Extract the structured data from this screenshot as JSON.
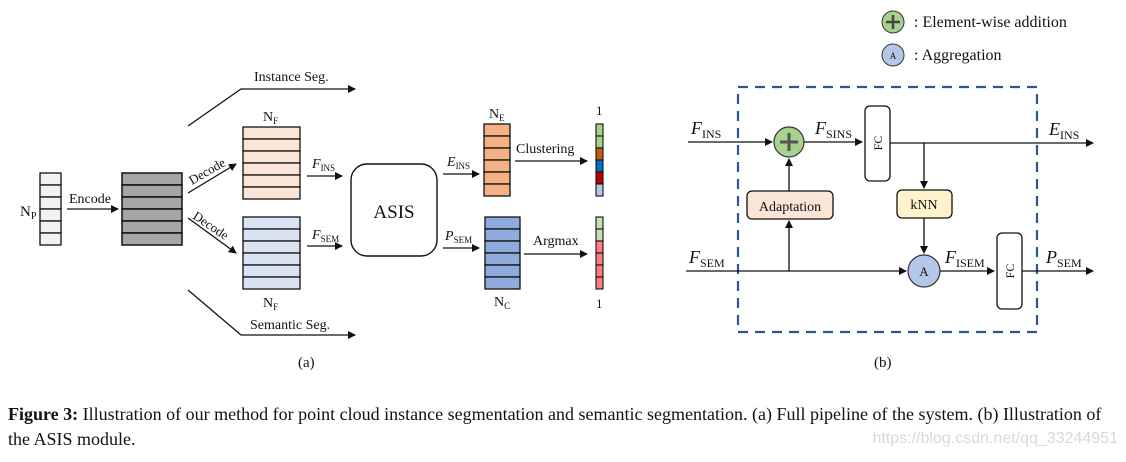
{
  "figure": {
    "panel_a": {
      "input_label": "N",
      "input_sub": "P",
      "encode": "Encode",
      "decode_top": "Decode",
      "decode_bottom": "Decode",
      "instance_seg": "Instance Seg.",
      "semantic_seg": "Semantic Seg.",
      "nf_top": "N",
      "nf_top_sub": "F",
      "nf_bottom": "N",
      "nf_bottom_sub": "F",
      "f_ins": "F",
      "f_ins_sub": "INS",
      "f_sem": "F",
      "f_sem_sub": "SEM",
      "asis": "ASIS",
      "e_ins": "E",
      "e_ins_sub": "INS",
      "p_sem": "P",
      "p_sem_sub": "SEM",
      "ne": "N",
      "ne_sub": "E",
      "nc": "N",
      "nc_sub": "C",
      "clustering": "Clustering",
      "argmax": "Argmax",
      "one_top": "1",
      "one_bottom": "1",
      "label": "(a)",
      "instance_colors": [
        "#a9d18e",
        "#a9d18e",
        "#c55a11",
        "#0070c0",
        "#c00000",
        "#b4c7e7"
      ],
      "semantic_colors": [
        "#c5e0b4",
        "#c5e0b4",
        "#ff7c80",
        "#ff7c80",
        "#ff7c80",
        "#ff7c80"
      ],
      "colors": {
        "input": "#f2f2f2",
        "encoded": "#a6a6a6",
        "f_ins": "#fbe5d6",
        "f_sem": "#dae3f3",
        "e_ins": "#f4b183",
        "p_sem": "#8faadc"
      }
    },
    "panel_b": {
      "legend": [
        {
          "icon": "element-wise-addition-icon",
          "text": ":  Element-wise addition"
        },
        {
          "icon": "aggregation-icon",
          "text": ":  Aggregation",
          "glyph": "A"
        }
      ],
      "f_ins": "F",
      "f_ins_sub": "INS",
      "f_sins": "F",
      "f_sins_sub": "SINS",
      "fc_top": "FC",
      "e_ins": "E",
      "e_ins_sub": "INS",
      "adaptation": "Adaptation",
      "knn": "kNN",
      "f_sem": "F",
      "f_sem_sub": "SEM",
      "aggregation_glyph": "A",
      "f_isem": "F",
      "f_isem_sub": "ISEM",
      "fc_bottom": "FC",
      "p_sem": "P",
      "p_sem_sub": "SEM",
      "label": "(b)",
      "colors": {
        "add": "#a9d18e",
        "aggregate": "#b4c7e7",
        "adaptation": "#fbe5d6",
        "knn": "#fff2cc",
        "dashed_border": "#2f5597"
      }
    },
    "caption": {
      "bold": "Figure 3:",
      "text": " Illustration of our method for point cloud instance segmentation and semantic segmentation. (a) Full pipeline of the system. (b) Illustration of the ASIS module."
    },
    "watermark": "https://blog.csdn.net/qq_33244951"
  }
}
